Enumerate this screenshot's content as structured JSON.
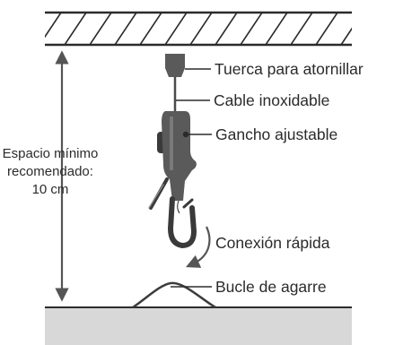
{
  "callouts": {
    "nut": "Tuerca para atornillar",
    "cable": "Cable inoxidable",
    "hook": "Gancho ajustable",
    "quick_connect": "Conexión rápida",
    "grip_loop": "Bucle de agarre"
  },
  "spacing_note": {
    "line1": "Espacio mínimo",
    "line2": "recomendado:",
    "line3": "10 cm"
  },
  "colors": {
    "line": "#2b2b2b",
    "hook_body": "#5a5a5a",
    "hook_dark": "#3a3a3a",
    "floor": "#d8d8d8",
    "arrow": "#555555"
  }
}
